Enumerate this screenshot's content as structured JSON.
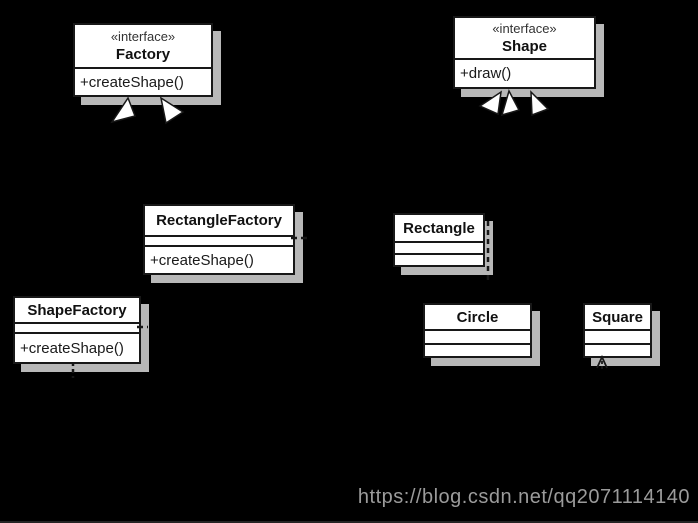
{
  "diagram": {
    "interfaces": {
      "factory": {
        "stereotype": "«interface»",
        "name": "Factory",
        "method": "+createShape()"
      },
      "shape": {
        "stereotype": "«interface»",
        "name": "Shape",
        "method": "+draw()"
      }
    },
    "classes": {
      "rectangle_factory": {
        "name": "RectangleFactory",
        "method": "+createShape()"
      },
      "shape_factory": {
        "name": "ShapeFactory",
        "method": "+createShape()"
      },
      "rectangle": {
        "name": "Rectangle"
      },
      "circle": {
        "name": "Circle"
      },
      "square": {
        "name": "Square"
      }
    },
    "icons": {
      "realization": "hollow-triangle-arrowhead",
      "dependency": "open-arrowhead-with-dashed-line"
    },
    "colors": {
      "background": "#000000",
      "box_fill": "#ffffff",
      "box_border": "#181818",
      "shadow": "#b8b8b8",
      "text": "#1a1a1a",
      "watermark": "#9b9b9b"
    }
  },
  "watermark": {
    "text": "https://blog.csdn.net/qq2071114140"
  }
}
